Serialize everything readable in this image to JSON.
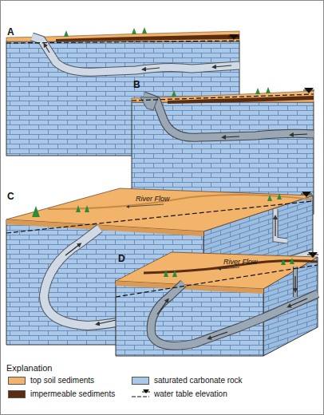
{
  "diagram": {
    "labels": [
      "A",
      "B",
      "C",
      "River Flow",
      "D",
      "River Flow",
      "Explanation"
    ],
    "legend": [
      {
        "text": "top soil sediments",
        "color": "#f2b36b"
      },
      {
        "text": "impermeable sediments",
        "color": "#5a2d12"
      },
      {
        "text": "saturated carbonate rock",
        "color": "#a9c8ea"
      },
      {
        "text": "water table elevation"
      }
    ]
  }
}
